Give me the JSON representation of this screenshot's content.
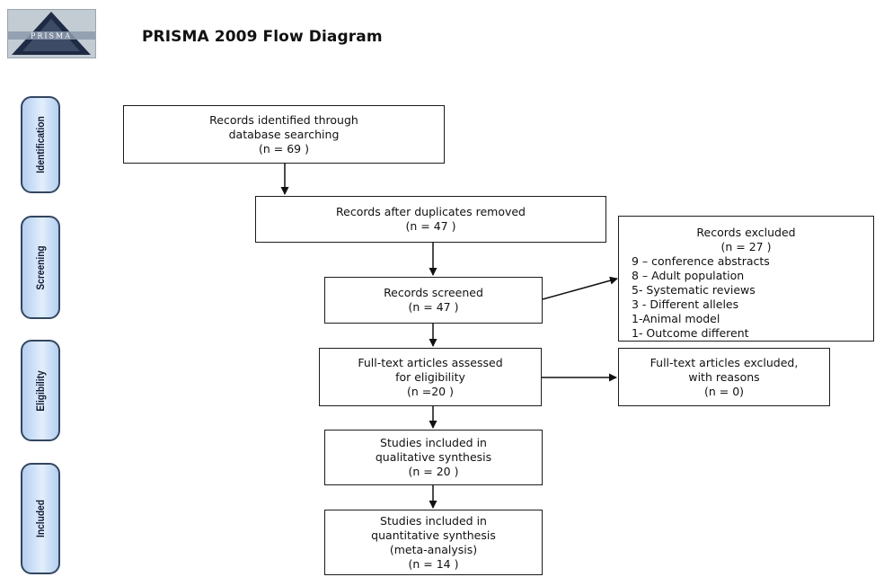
{
  "header": {
    "logo_text": "PRISMA",
    "title": "PRISMA 2009 Flow Diagram"
  },
  "stages": [
    {
      "label": "Identification"
    },
    {
      "label": "Screening"
    },
    {
      "label": "Eligibility"
    },
    {
      "label": "Included"
    }
  ],
  "boxes": {
    "identified": {
      "line1": "Records identified through",
      "line2": "database searching",
      "line3": "(n = 69  )"
    },
    "duplicates_removed": {
      "line1": "Records after duplicates removed",
      "line2": "(n = 47 )"
    },
    "screened": {
      "line1": "Records screened",
      "line2": "(n = 47   )"
    },
    "excluded": {
      "head1": "Records excluded",
      "head2": "(n = 27  )",
      "reasons": [
        "9 – conference abstracts",
        "8 – Adult population",
        "5-  Systematic reviews",
        "3 - Different alleles",
        "1-Animal model",
        "1- Outcome different"
      ]
    },
    "fulltext_assessed": {
      "line1": "Full-text articles assessed",
      "line2": "for eligibility",
      "line3": "(n =20  )"
    },
    "fulltext_excluded": {
      "line1": "Full-text articles excluded,",
      "line2": "with reasons",
      "line3": "(n =  0)"
    },
    "qualitative": {
      "line1": "Studies included in",
      "line2": "qualitative synthesis",
      "line3": "(n = 20  )"
    },
    "quantitative": {
      "line1": "Studies included in",
      "line2": "quantitative synthesis",
      "line3": "(meta-analysis)",
      "line4": "(n = 14   )"
    }
  }
}
